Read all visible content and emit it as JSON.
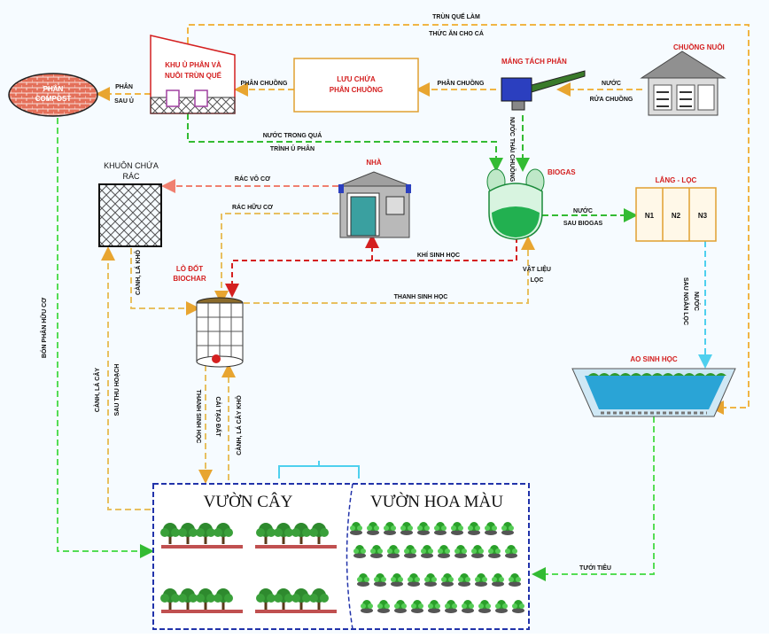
{
  "colors": {
    "manure": "#f0b545",
    "water": "#33bb33",
    "organic": "#e8c060",
    "inorganic": "#f08070",
    "biogas_gas": "#d42020",
    "filtered": "#4fd0ee",
    "irrigation": "#55dd55",
    "red_text": "#d42020"
  },
  "nodes": {
    "chuong_nuoi": "CHUỒNG NUÔI",
    "mang_tach_phan": "MÁNG TÁCH PHÂN",
    "luu_chua_1": "LƯU CHỨA",
    "luu_chua_2": "PHÂN CHUỒNG",
    "khu_u_1": "KHU  Ủ PHÂN VÀ",
    "khu_u_2": "NUÔI TRÙN QUẾ",
    "phan_compost_1": "PHÂN",
    "phan_compost_2": "COMPOST",
    "biogas": "BIOGAS",
    "lang_loc": "LẮNG - LỌC",
    "n1": "N1",
    "n2": "N2",
    "n3": "N3",
    "nha": "NHÀ",
    "khuon_chua_rac_1": "KHUÔN CHỨA",
    "khuon_chua_rac_2": "RÁC",
    "lo_dot_1": "LÒ ĐỐT",
    "lo_dot_2": "BIOCHAR",
    "ao_sinh_hoc": "AO SINH HỌC",
    "vuon_cay": "VƯỜN CÂY",
    "vuon_hoa_mau": "VƯỜN HOA MÀU"
  },
  "flows": {
    "trun_que_1": "TRÙN QUẾ LÀM",
    "trun_que_2": "THỨC ĂN CHO CÁ",
    "phan_chuong_a": "PHÂN CHUỒNG",
    "phan_chuong_b": "PHÂN CHUỒNG",
    "nuoc_rua_1": "NƯỚC",
    "nuoc_rua_2": "RỬA CHUỒNG",
    "phan_sau_u_1": "PHÂN",
    "phan_sau_u_2": "SAU Ủ",
    "nuoc_trong_qua_1": "NƯỚC TRONG QUÁ",
    "nuoc_trong_qua_2": "TRÌNH Ủ PHÂN",
    "nuoc_thai_chuong": "NƯỚC THẢI CHUỒNG",
    "nuoc_sau_biogas_1": "NƯỚC",
    "nuoc_sau_biogas_2": "SAU BIOGAS",
    "rac_vo_co": "RÁC VÔ CƠ",
    "rac_huu_co": "RÁC HỮU CƠ",
    "khi_sinh_hoc": "KHÍ SINH HỌC",
    "vat_lieu_loc_1": "VẬT LIỆU",
    "vat_lieu_loc_2": "LỌC",
    "than_sinh_hoc": "THANH SINH HỌC",
    "canh_la_kho_top": "CÀNH, LÁ KHÔ",
    "bon_phan_huu_co": "BÓN PHÂN HỮU CƠ",
    "canh_la_cay_sau_thu_hoach_1": "CÀNH, LÁ CÂY",
    "canh_la_cay_sau_thu_hoach_2": "SAU THU HOẠCH",
    "than_sinh_hoc_cai_tao_1": "THANH SINH HỌC",
    "than_sinh_hoc_cai_tao_2": "CẢI TẠO ĐẤT",
    "canh_la_cay_kho": "CÀNH, LÁ CÂY KHÔ",
    "nuoc_sau_ngan_loc_1": "NƯỚC",
    "nuoc_sau_ngan_loc_2": "SAU NGĂN LỌC",
    "tuoi_tieu": "TƯỚI TIÊU"
  }
}
